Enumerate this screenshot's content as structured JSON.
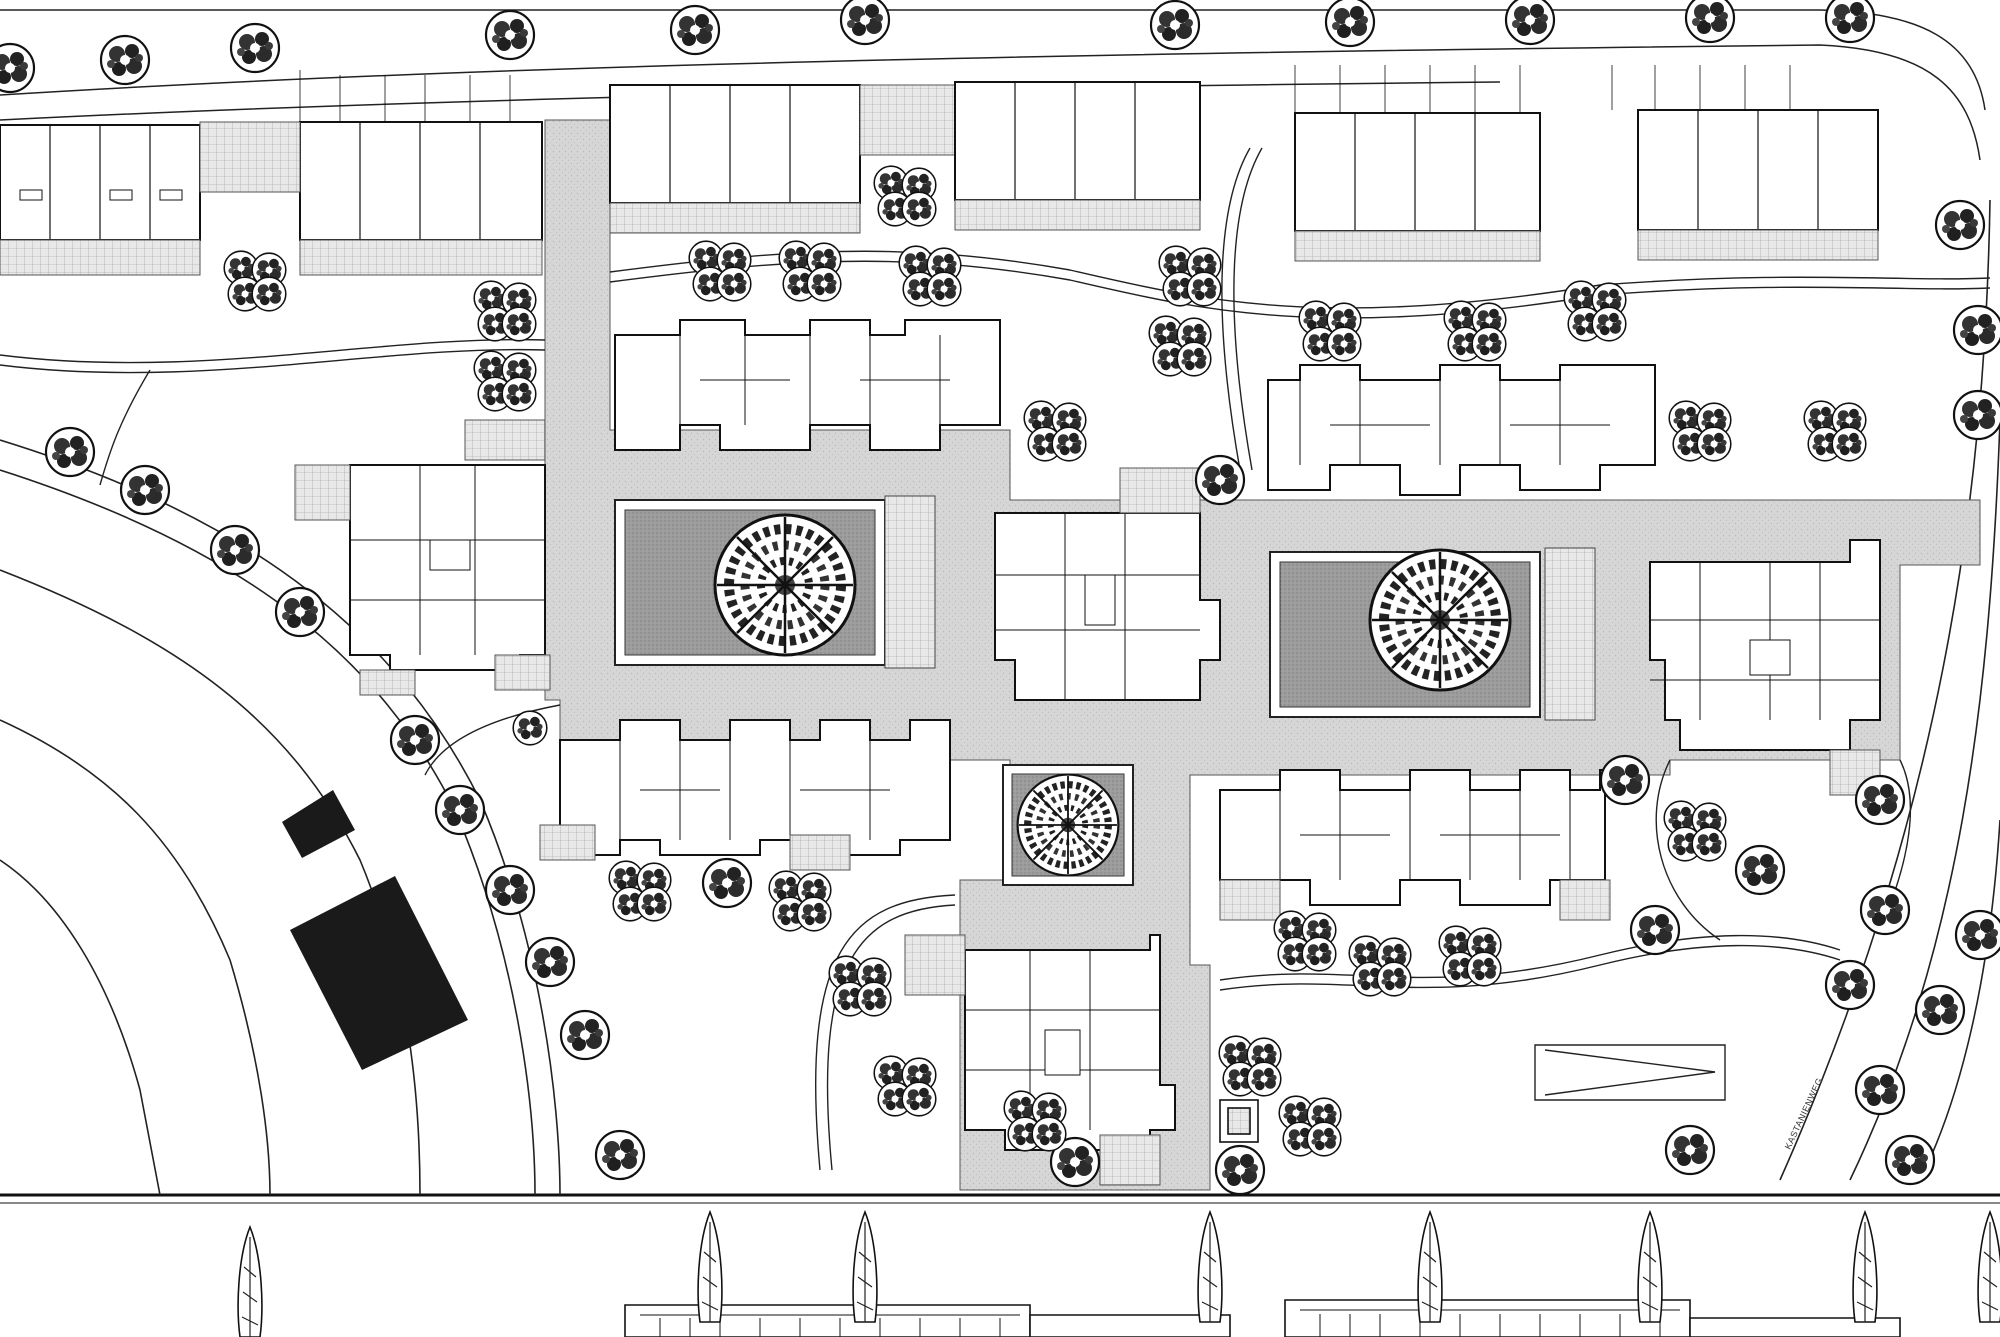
{
  "drawing": {
    "type": "site plan with elevation strip",
    "street_label": "KASTANIENWEG",
    "colors": {
      "paper": "#ffffff",
      "ink": "#1a1a1a",
      "plaza_paving": "#d2d2d2",
      "lawn": "#9a9a9a",
      "solid_block": "#1a1a1a"
    },
    "features": {
      "trees": true,
      "paths": true,
      "courtyards": 3,
      "elevation_strip": true
    }
  }
}
